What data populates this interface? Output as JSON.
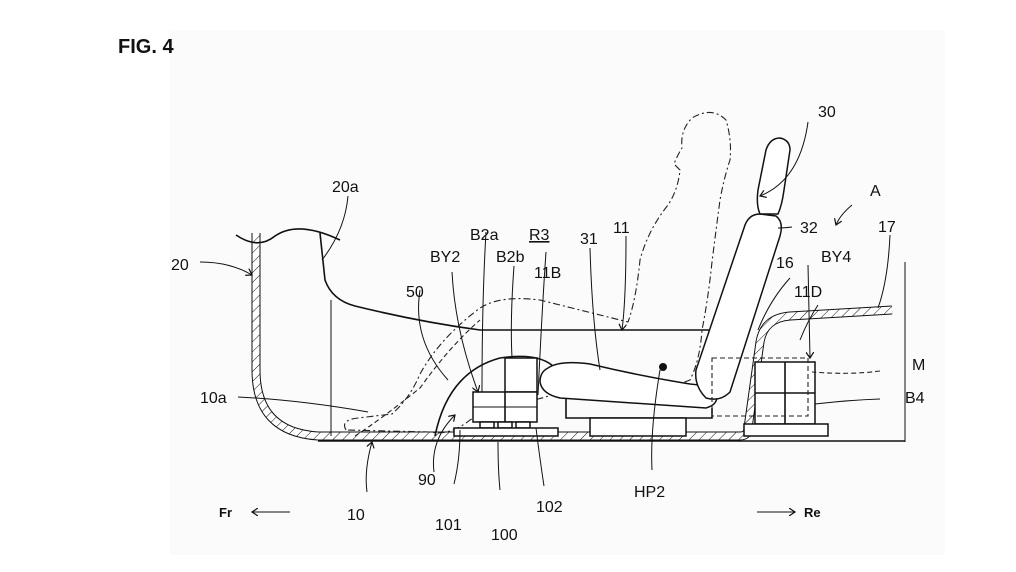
{
  "figure": {
    "title": "FIG. 4",
    "direction_front": "Fr",
    "direction_rear": "Re"
  },
  "labels": {
    "l20": "20",
    "l20a": "20a",
    "l30": "30",
    "l32": "32",
    "lA": "A",
    "l17": "17",
    "lBY4": "BY4",
    "l16": "16",
    "l11D": "11D",
    "lM": "M",
    "lB4": "B4",
    "lB2a": "B2a",
    "lR3": "R3",
    "l11": "11",
    "l31": "31",
    "lBY2": "BY2",
    "lB2b": "B2b",
    "l11B": "11B",
    "l50": "50",
    "l10a": "10a",
    "l10": "10",
    "l90": "90",
    "l101": "101",
    "l100": "100",
    "l102": "102",
    "lHP2": "HP2"
  },
  "icons": {
    "front_arrow": "arrow-left",
    "rear_arrow": "arrow-right",
    "occupant": "dashed-person-outline",
    "hip_point": "filled-dot"
  }
}
